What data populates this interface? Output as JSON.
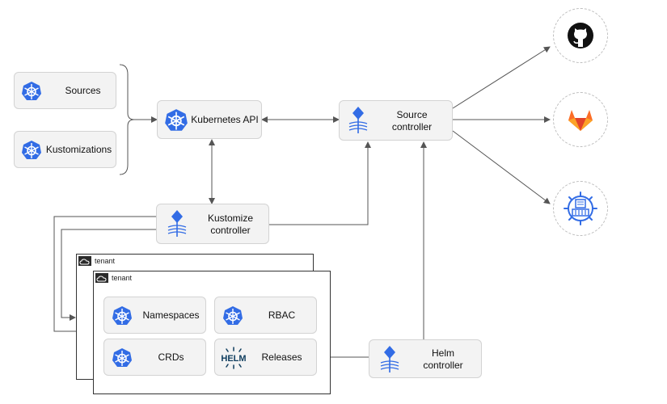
{
  "nodes": {
    "sources": "Sources",
    "kustomizations": "Kustomizations",
    "kubernetes_api": "Kubernetes API",
    "source_controller": [
      "Source",
      "controller"
    ],
    "kustomize_controller": [
      "Kustomize",
      "controller"
    ],
    "helm_controller": [
      "Helm",
      "controller"
    ],
    "namespaces": "Namespaces",
    "rbac": "RBAC",
    "crds": "CRDs",
    "releases": "Releases"
  },
  "tenants": {
    "back_label": "tenant",
    "front_label": "tenant"
  },
  "icons": {
    "kubernetes": "kubernetes-icon",
    "flux": "flux-icon",
    "helm": "helm-icon",
    "github": "github-icon",
    "gitlab": "gitlab-icon",
    "registry": "registry-icon",
    "tenant": "cloud-icon"
  },
  "helm_logo_text": "HELM",
  "colors": {
    "box_fill": "#f3f3f3",
    "box_border": "#d3d3d3",
    "kubernetes_blue": "#326ce5",
    "line": "#555555",
    "gitlab_orange": "#e24329"
  }
}
